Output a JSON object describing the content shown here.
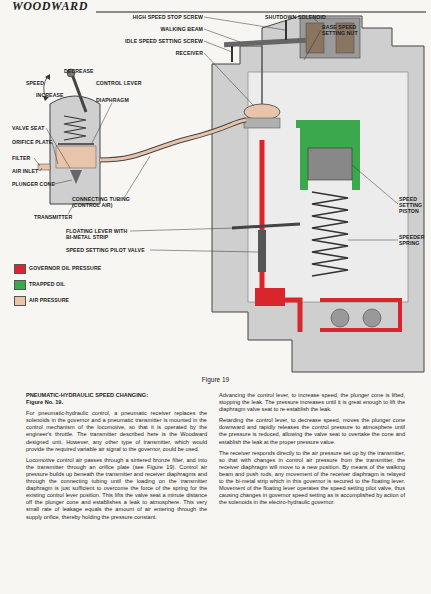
{
  "diagram": {
    "title": "PNEUMATIC-HYDRAULIC SPEED CHANGING:",
    "caption": "Figure 19",
    "labels": [
      "WOODWARD",
      "HIGH SPEED STOP SCREW",
      "WALKING BEAM",
      "IDLE SPEED SETTING SCREW",
      "RECEIVER",
      "SHUTDOWN SOLENOID",
      "BASE SPEED SETTING NUT",
      "DECREASE",
      "SPEED",
      "CONTROL LEVER",
      "INCREASE",
      "DIAPHRAGM",
      "VALVE SEAT",
      "ORIFICE PLATE",
      "FILTER",
      "AIR INLET",
      "PLUNGER CONE",
      "CONNECTING TUBING (CONTROL AIR)",
      "TRANSMITTER",
      "FLOATING LEVER WITH BI-METAL STRIP",
      "SPEED SETTING PILOT VALVE",
      "SPEED SETTING PISTON",
      "SPEEDER SPRING",
      "Figure No. 19.",
      "For pneumatic-hydraulic control, a pneumatic receiver replaces the solenoids in the governor and a pneumatic transmitter is mounted in the control mechanism of the locomotive, so that it is operated by the engineer's throttle. The transmitter described here is the Woodward designed unit. However, any other type of transmitter, which would provide the required variable air signal to the governor, could be used.",
      "Locomotive control air passes through a sintered bronze filter, and into the transmitter through an orifice plate (see Figure 19). Control air pressure builds up beneath the transmitter and receiver diaphragms and through the connecting tubing until the loading on the transmitter diaphragm is just sufficient to overcome the force of the spring for the existing control lever position. This lifts the valve seat a minute distance off the plunger cone and establishes a leak to atmosphere. This very small rate of leakage equals the amount of air entering through the supply orifice, thereby holding the pressure constant.",
      "Advancing the control lever, to increase speed, the plunger cone is lifted, stopping the leak. The pressure increases until it is great enough to lift the diaphragm valve seat to re-establish the leak.",
      "Retarding the control lever, to decrease speed, moves the plunger cone downward and rapidly releases the control pressure to atmosphere until the pressure is reduced, allowing the valve seat to overtake the cone and establish the leak at the proper pressure value.",
      "The receiver responds directly to the air pressure set up by the transmitter, so that with changes in control air pressure from the transmitter, the receiver diaphragm will move to a new position. By means of the walking beam and push rods, any movement of the receiver diaphragm is relayed to the bi-metal strip which in this governor is secured to the floating lever. Movement of the floating lever operates the speed setting pilot valve, thus causing changes in governor speed setting as is accomplished by action of the solenoids in the electro-hydraulic governor."
    ],
    "legend": [
      {
        "text": "GOVERNOR OIL PRESSURE",
        "color": "#d9262c"
      },
      {
        "text": "TRAPPED OIL",
        "color": "#3aa84b"
      },
      {
        "text": "AIR PRESSURE",
        "color": "#e8c4aa"
      }
    ]
  }
}
